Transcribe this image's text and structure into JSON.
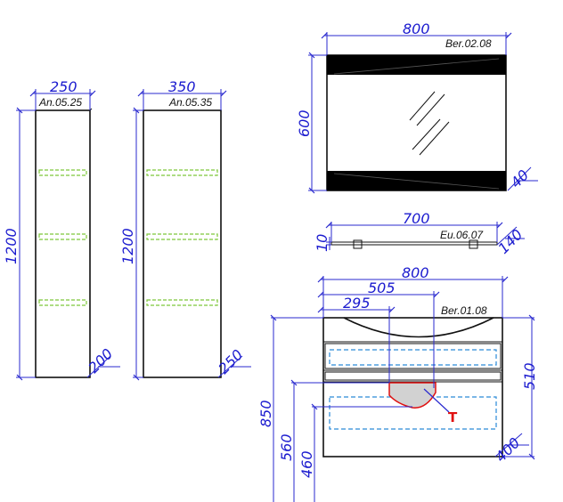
{
  "cabinet_small": {
    "width": "250",
    "height": "1200",
    "depth": "200",
    "code": "An.05.25"
  },
  "cabinet_large": {
    "width": "350",
    "height": "1200",
    "depth": "250",
    "code": "An.05.35"
  },
  "mirror": {
    "width": "800",
    "height": "600",
    "depth": "40",
    "code": "Ber.02.08"
  },
  "shelf": {
    "width": "700",
    "thickness": "10",
    "depth": "140",
    "code": "Eu.06.07"
  },
  "vanity": {
    "width": "800",
    "basin_offset": "505",
    "drain_offset": "295",
    "height": "510",
    "depth": "400",
    "code": "Ber.01.08",
    "height_850": "850",
    "height_560": "560",
    "height_460": "460",
    "marker": "T"
  },
  "colors": {
    "dimension": "#1b1bcf",
    "outline": "#111111",
    "shelf_dashes": "#7ec83a",
    "drawer_dashes": "#2a8ad8",
    "siphon_marker": "#e01010",
    "siphon_fill": "#d2d2d2"
  }
}
